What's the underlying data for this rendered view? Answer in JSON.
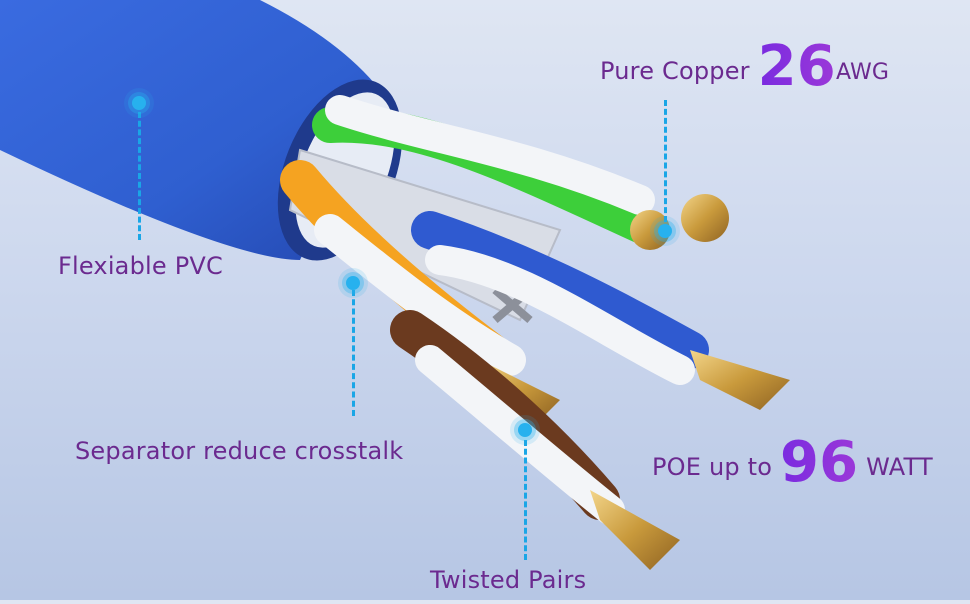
{
  "labels": {
    "pvc": "Flexiable PVC",
    "separator": "Separator reduce crosstalk",
    "twisted": "Twisted Pairs",
    "copper_prefix": "Pure Copper",
    "copper_number": "26",
    "copper_suffix": "AWG",
    "poe_prefix": "POE up to",
    "poe_number": "96",
    "poe_suffix": "WATT"
  },
  "colors": {
    "jacket": "#2f5fd0",
    "pair_green": "#3dcf3a",
    "pair_orange": "#f5a321",
    "pair_blue": "#2f5ad0",
    "pair_brown": "#6b3a1f",
    "copper": "#c99a3c",
    "label_text": "#6b2a8f",
    "callout": "#1aa6e6"
  }
}
